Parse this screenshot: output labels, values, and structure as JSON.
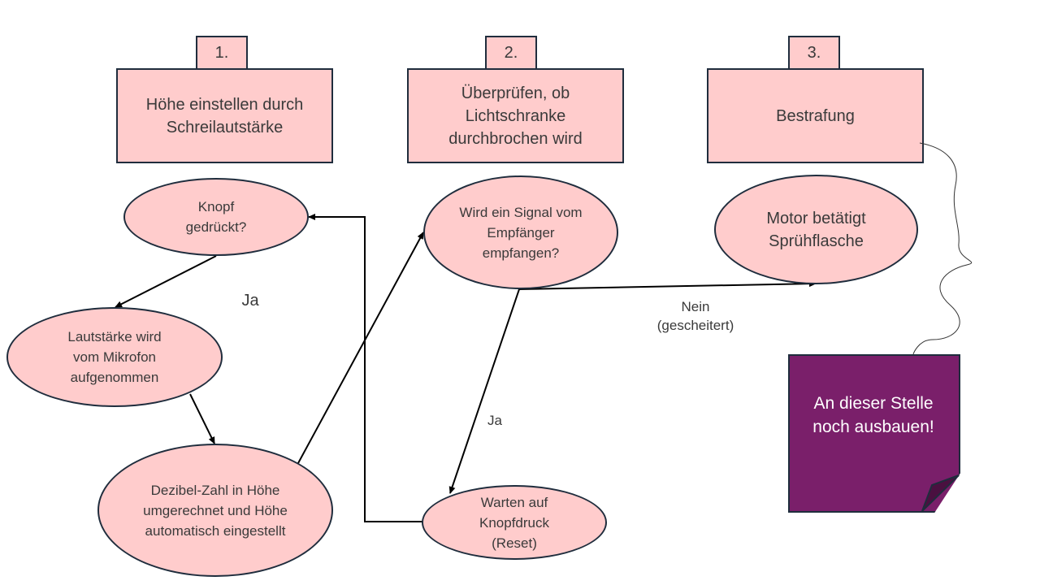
{
  "steps": [
    {
      "number": "1.",
      "title": "Höhe einstellen durch Schreilautstärke"
    },
    {
      "number": "2.",
      "title": "Überprüfen, ob Lichtschranke durchbrochen wird"
    },
    {
      "number": "3.",
      "title": "Bestrafung"
    }
  ],
  "nodes": {
    "knopf": "Knopf gedrückt?",
    "lautstaerke": "Lautstärke wird vom Mikrofon aufgenommen",
    "dezibel": "Dezibel-Zahl in Höhe umgerechnet und Höhe automatisch eingestellt",
    "signal": "Wird ein Signal vom Empfänger empfangen?",
    "warten": "Warten auf Knopfdruck (Reset)",
    "motor": "Motor betätigt Sprühflasche"
  },
  "edge_labels": {
    "ja_left": "Ja",
    "ja_middle": "Ja",
    "nein": "Nein (gescheitert)"
  },
  "note": {
    "text": "An dieser Stelle noch ausbauen!",
    "color": "#7a1f6a"
  },
  "colors": {
    "box_fill": "#ffcccc",
    "border": "#1f2d3d"
  }
}
